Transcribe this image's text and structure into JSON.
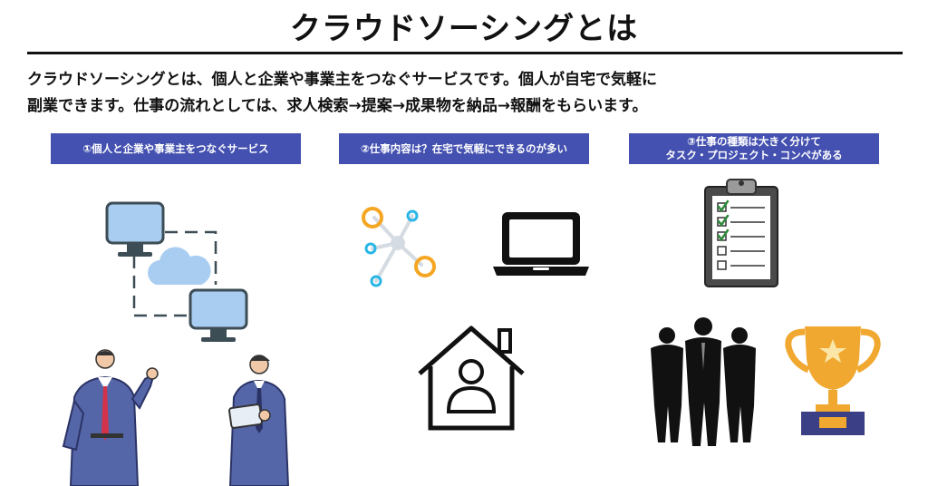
{
  "page": {
    "title": "クラウドソーシングとは",
    "description": [
      "クラウドソーシングとは、個人と企業や事業主をつなぐサービスです。個人が自宅で気軽に",
      "副業できます。仕事の流れとしては、求人検索→提案→成果物を納品→報酬をもらいます。"
    ]
  },
  "sections": [
    {
      "lines": [
        "①個人と企業や事業主をつなぐサービス"
      ]
    },
    {
      "lines": [
        "②仕事内容は？在宅で気軽にできるのが多い"
      ]
    },
    {
      "lines": [
        "③仕事の種類は大きく分けて",
        "タスク・プロジェクト・コンペがある"
      ]
    }
  ],
  "icons": [
    "monitor-icon",
    "cloud-icon",
    "businessman-presenting-icon",
    "businessman-tablet-icon",
    "network-nodes-icon",
    "laptop-icon",
    "house-person-icon",
    "clipboard-checklist-icon",
    "business-team-silhouette-icon",
    "trophy-icon"
  ],
  "colors": {
    "banner": "#4451b0",
    "monitor_screen": "#a9cdf0",
    "node_yellow": "#f5a623",
    "node_cyan": "#29b6e6",
    "trophy_gold": "#f0a830",
    "trophy_base": "#3b3f86",
    "suit_blue": "#5566a8"
  }
}
